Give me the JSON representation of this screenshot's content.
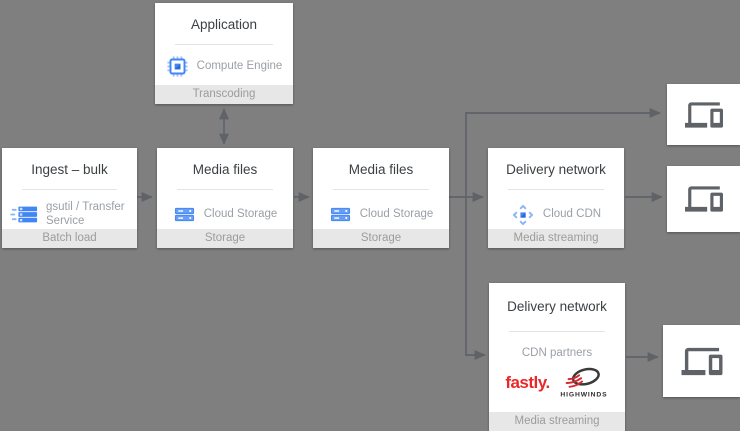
{
  "colors": {
    "background": "#7f7f7f",
    "node_background": "#ffffff",
    "footer_background": "#e7e7e7",
    "title_text": "#3c4043",
    "muted_text": "#9aa0a6",
    "arrow": "#5f6368",
    "gcp_blue": "#4285f4",
    "gcp_blue_light": "#8ab4f8",
    "fastly_red": "#e8282a",
    "highwinds_red": "#d7282f",
    "device_icon": "#5f6368"
  },
  "nodes": {
    "application": {
      "title": "Application",
      "service": "Compute Engine",
      "icon": "compute-engine-icon",
      "footer": "Transcoding"
    },
    "ingest_bulk": {
      "title": "Ingest – bulk",
      "service": "gsutil / Transfer Service",
      "icon": "gsutil-transfer-icon",
      "footer": "Batch load"
    },
    "media_files_1": {
      "title": "Media files",
      "service": "Cloud Storage",
      "icon": "cloud-storage-icon",
      "footer": "Storage"
    },
    "media_files_2": {
      "title": "Media files",
      "service": "Cloud Storage",
      "icon": "cloud-storage-icon",
      "footer": "Storage"
    },
    "delivery_network_cloud_cdn": {
      "title": "Delivery network",
      "service": "Cloud CDN",
      "icon": "cloud-cdn-icon",
      "footer": "Media streaming"
    },
    "delivery_network_cdn_partners": {
      "title": "Delivery network",
      "service": "CDN partners",
      "footer": "Media streaming",
      "partners": {
        "fastly": "fastly.",
        "highwinds": "HIGHWINDS"
      }
    }
  },
  "viewers": {
    "icon": "devices-icon",
    "count": 3
  }
}
